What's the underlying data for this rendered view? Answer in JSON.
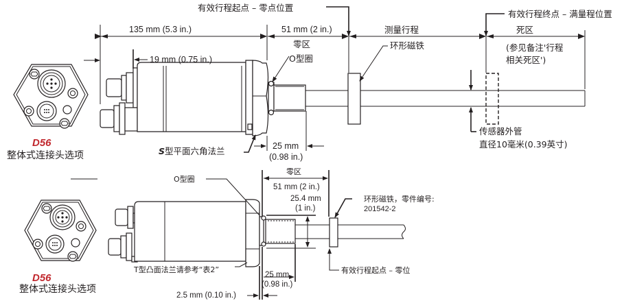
{
  "colors": {
    "line": "#231f20",
    "accent_red": "#c1272d",
    "background": "#ffffff"
  },
  "top_view": {
    "connector_option": {
      "code": "D56",
      "label": "整体式连接头选项"
    },
    "callouts": {
      "active_start": "有效行程起点 – 零点位置",
      "active_end": "有效行程终点 – 满量程位置",
      "measuring_stroke": "测量行程",
      "dead_zone": "死区",
      "dead_zone_note_line1": "(参见备注'行程",
      "dead_zone_note_line2": "相关死区')",
      "ring_magnet": "环形磁铁",
      "o_ring": "O型圈",
      "null_zone": "零区",
      "flange_prefix": "S",
      "flange": "型平面六角法兰",
      "rod_line1": "传感器外管",
      "rod_line2": "直径10毫米(0.39英寸)"
    },
    "dimensions": {
      "overall": "135 mm (5.3 in.)",
      "null_zone": "51 mm (2 in.)",
      "connector_offset": "19 mm (0.75 in.)",
      "thread_mm": "25 mm",
      "thread_in": "(0.98 in.)"
    }
  },
  "bottom_view": {
    "connector_option": {
      "code": "D56",
      "label": "整体式连接头选项"
    },
    "callouts": {
      "o_ring": "O型圈",
      "null_zone": "零区",
      "ring_magnet_line1": "环形磁铁，零件编号:",
      "ring_magnet_line2": "201542-2",
      "active_start": "有效行程起点 – 零位",
      "flange": "T型凸面法兰请参考“表2”"
    },
    "dimensions": {
      "null_zone": "51 mm (2 in.)",
      "thread_dia_mm": "25.4 mm",
      "thread_dia_in": "(1 in.)",
      "thread_mm": "25 mm",
      "thread_in": "(0.98 in.)",
      "flange_gap": "2.5 mm (0.10 in.)"
    }
  }
}
